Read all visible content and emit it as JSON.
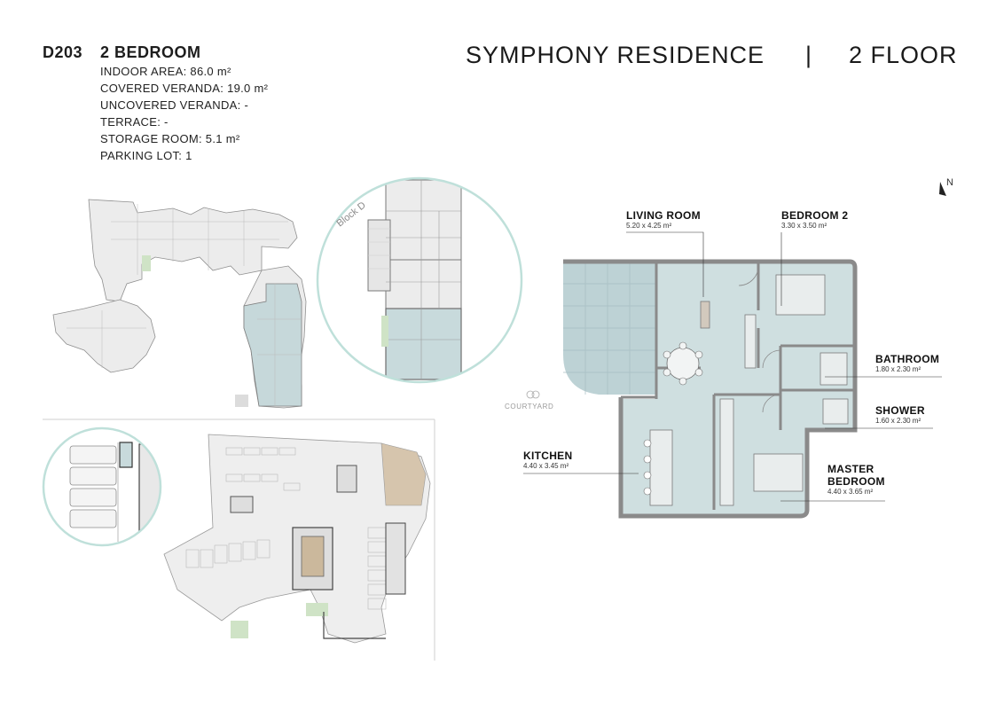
{
  "unit": {
    "code": "D203",
    "type": "2 BEDROOM",
    "specs": [
      "INDOOR AREA: 86.0 m²",
      "COVERED VERANDA: 19.0 m²",
      "UNCOVERED VERANDA: -",
      "TERRACE: -",
      "STORAGE ROOM: 5.1 m²",
      "PARKING LOT: 1"
    ]
  },
  "project": {
    "name": "SYMPHONY RESIDENCE",
    "separator": "|",
    "floor": "2 FLOOR"
  },
  "rooms": {
    "living": {
      "name": "LIVING ROOM",
      "dims": "5.20 x 4.25 m²"
    },
    "bedroom2": {
      "name": "BEDROOM 2",
      "dims": "3.30 x 3.50 m²"
    },
    "bathroom": {
      "name": "BATHROOM",
      "dims": "1.80 x 2.30 m²"
    },
    "shower": {
      "name": "SHOWER",
      "dims": "1.60 x 2.30 m²"
    },
    "kitchen": {
      "name": "KITCHEN",
      "dims": "4.40 x 3.45 m²"
    },
    "master": {
      "name_line1": "MASTER",
      "name_line2": "BEDROOM",
      "dims": "4.40 x 3.65 m²"
    }
  },
  "labels": {
    "courtyard": "COURTYARD",
    "block": "Block D",
    "north": "N"
  },
  "colors": {
    "unit_fill": "#cfdfe0",
    "veranda_fill": "#bdd2d5",
    "wall": "#8a8a8a",
    "building_fill": "#ececec",
    "circle_stroke": "#bfe0da",
    "green": "#cfe3c6",
    "roof_brown": "#d6c5ad"
  }
}
